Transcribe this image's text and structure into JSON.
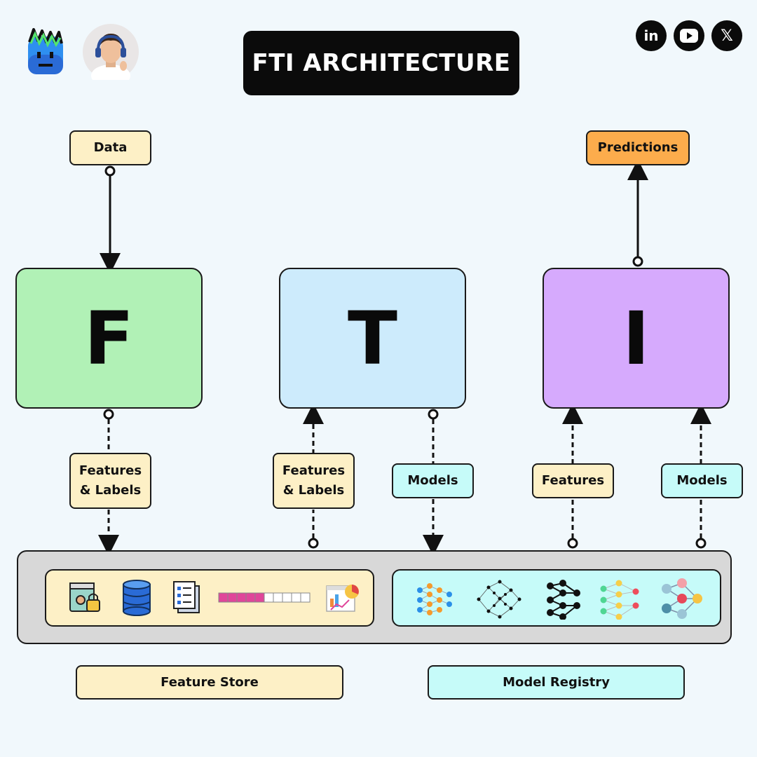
{
  "header": {
    "title": "FTI ARCHITECTURE",
    "logo_icon": "brand-logo-icon",
    "avatar_icon": "avatar",
    "social": [
      {
        "name": "linkedin-icon",
        "glyph": "in"
      },
      {
        "name": "youtube-icon",
        "glyph": "▶"
      },
      {
        "name": "x-icon",
        "glyph": "𝕏"
      }
    ]
  },
  "pipelines": {
    "feature": {
      "letter": "F",
      "color": "#b1f1b6"
    },
    "training": {
      "letter": "T",
      "color": "#cdebfc"
    },
    "inference": {
      "letter": "I",
      "color": "#d6aafd"
    }
  },
  "labels": {
    "data": "Data",
    "predictions": "Predictions",
    "f_features_labels": "Features & Labels",
    "t_features_labels": "Features & Labels",
    "t_models": "Models",
    "i_features": "Features",
    "i_models": "Models"
  },
  "stores": {
    "feature_store": "Feature Store",
    "model_registry": "Model Registry",
    "feature_store_icons": [
      "secure-folder-icon",
      "database-icon",
      "document-list-icon",
      "feature-vector-icon",
      "dashboard-chart-icon"
    ],
    "model_registry_icons": [
      "neural-network-icon",
      "dense-network-icon",
      "graph-network-icon",
      "colored-network-icon",
      "node-graph-icon"
    ]
  },
  "colors": {
    "cream": "#fdf0c6",
    "cyan": "#c6fbf9",
    "orange": "#fcac4c",
    "vector_fill": "#e0469a"
  }
}
